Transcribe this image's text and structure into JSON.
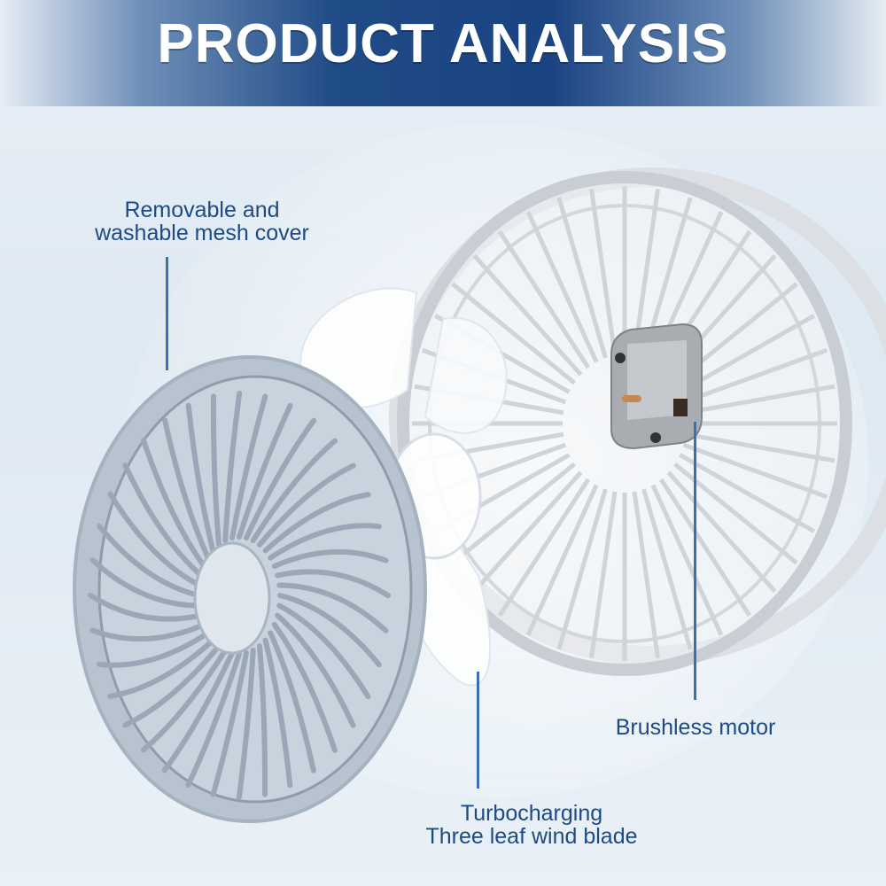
{
  "header": {
    "title": "PRODUCT ANALYSIS"
  },
  "callouts": {
    "mesh_cover": {
      "line1": "Removable and",
      "line2": "washable mesh cover"
    },
    "motor": {
      "line1": "Brushless motor"
    },
    "blade": {
      "line1": "Turbocharging",
      "line2": "Three leaf wind blade"
    }
  },
  "colors": {
    "header_blue": "#1a4382",
    "label_blue": "#1d4a87",
    "pointer_blue": "#3b6fb6"
  }
}
